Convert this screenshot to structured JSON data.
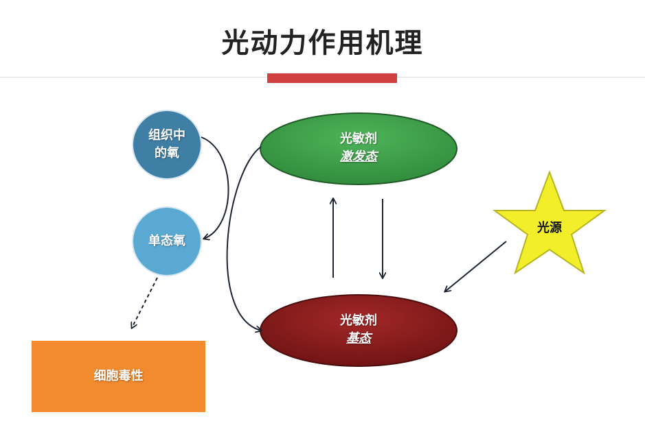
{
  "title": "光动力作用机理",
  "nodes": {
    "oxygen_tissue": {
      "line1": "组织中",
      "line2": "的氧",
      "color": "#3f7fa6"
    },
    "singlet_oxygen": {
      "label": "单态氧",
      "color": "#5aa9d2"
    },
    "cytotoxicity": {
      "label": "细胞毒性",
      "color": "#f28a2e"
    },
    "ps_excited": {
      "line1": "光敏剂",
      "line2": "激发态",
      "color": "#3c9a47"
    },
    "ps_ground": {
      "line1": "光敏剂",
      "line2": "基态",
      "color": "#8c1c1c"
    },
    "light_source": {
      "label": "光源",
      "color": "#f2ee2a"
    }
  },
  "colors": {
    "accent": "#d04040",
    "arrow": "#1a2233"
  }
}
